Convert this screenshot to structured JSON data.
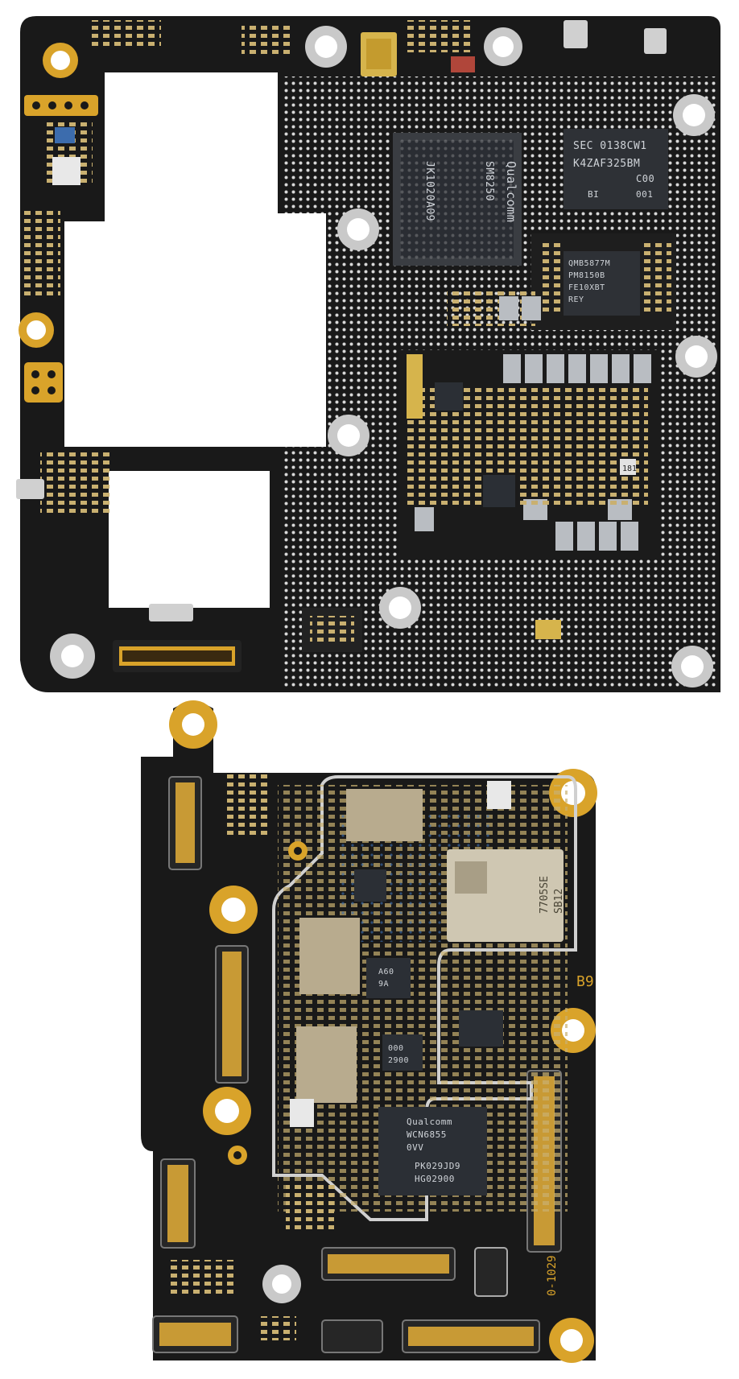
{
  "image": {
    "subject": "smartphone logic boards",
    "background_color": "#ffffff",
    "board_color": "#1a1a1a",
    "gold_color": "#d9a32a",
    "silver_color": "#c9c9c9"
  },
  "top_board": {
    "chips": {
      "soc": {
        "line1": "Qualcomm",
        "line2": "SM8250",
        "line3": "JK1020A09"
      },
      "memory": {
        "line1": "SEC 0138CW1",
        "line2": "K4ZAF325BM",
        "line3": "C00",
        "line4": "BI",
        "line5": "001"
      },
      "pmic": {
        "line1": "QMB5877M",
        "line2": "PM8150B",
        "line3": "FE10XBT",
        "line4": "REY"
      }
    },
    "component_marking": "181"
  },
  "bottom_board": {
    "chips": {
      "wifi": {
        "line1": "Qualcomm",
        "line2": "WCN6855",
        "line3": "0VV",
        "line4": "PK029JD9",
        "line5": "HG02900"
      },
      "rf_module": {
        "line1": "7705SE",
        "line2": "SB12"
      },
      "small_ic_1": {
        "line1": "A60",
        "line2": "9A"
      },
      "small_ic_2": {
        "line1": "000",
        "line2": "2900"
      }
    },
    "silkscreen_side": "0-1029",
    "silkscreen_corner": "B9"
  }
}
